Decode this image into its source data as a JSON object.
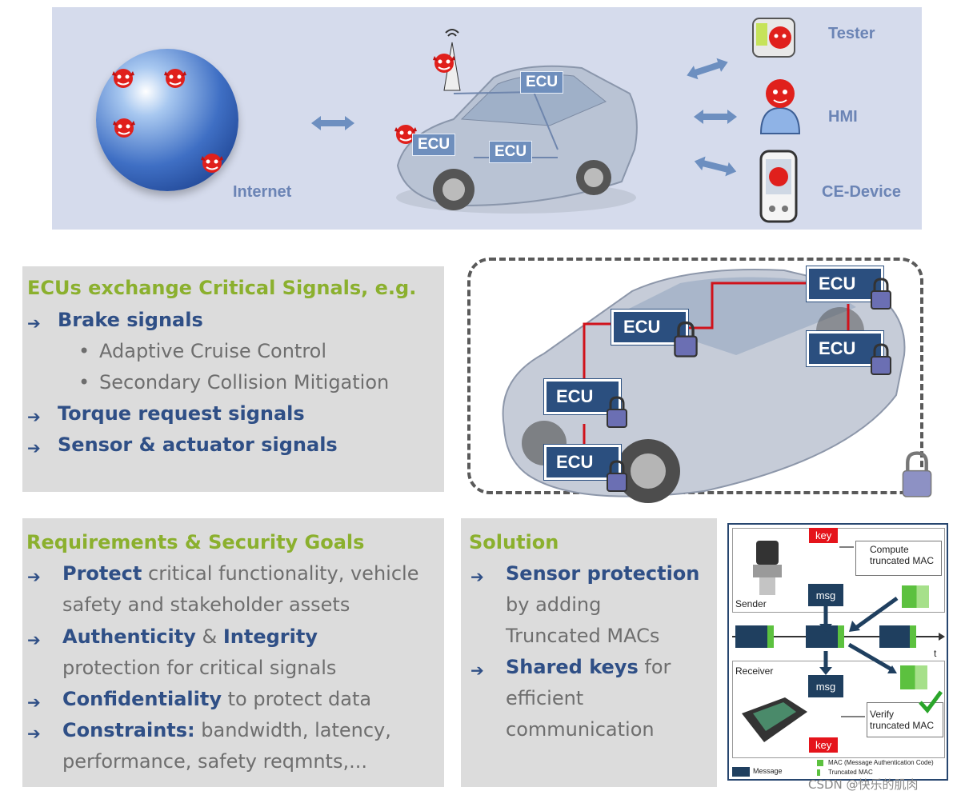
{
  "banner": {
    "internet_label": "Internet",
    "ecu_labels": [
      "ECU",
      "ECU",
      "ECU"
    ],
    "tester_label": "Tester",
    "hmi_label": "HMI",
    "ce_device_label": "CE-Device"
  },
  "signals_panel": {
    "title": "ECUs exchange Critical Signals, e.g.",
    "items": [
      {
        "text": "Brake signals",
        "sub": [
          "Adaptive Cruise Control",
          "Secondary Collision Mitigation"
        ]
      },
      {
        "text": "Torque request signals",
        "sub": []
      },
      {
        "text": "Sensor & actuator signals",
        "sub": []
      }
    ]
  },
  "secure_car": {
    "ecu_labels": [
      "ECU",
      "ECU",
      "ECU",
      "ECU",
      "ECU"
    ]
  },
  "requirements_panel": {
    "title": "Requirements & Security Goals",
    "protect_bold": "Protect",
    "protect_rest": "critical functionality, vehicle",
    "protect_line2": "safety and stakeholder assets",
    "auth_bold": "Authenticity",
    "auth_amp": "&",
    "integrity_bold": "Integrity",
    "auth_line2": "protection for critical signals",
    "conf_bold": "Confidentiality",
    "conf_rest": "to protect data",
    "constraints_bold": "Constraints:",
    "constraints_rest": "bandwidth, latency,",
    "constraints_line2": "performance, safety reqmnts,..."
  },
  "solution_panel": {
    "title": "Solution",
    "sensor_bold": "Sensor protection",
    "sensor_line2": "by adding",
    "sensor_line3": "Truncated MACs",
    "shared_bold": "Shared keys",
    "shared_rest": "for",
    "shared_line2": "efficient",
    "shared_line3": "communication"
  },
  "mac_diagram": {
    "key_top": "key",
    "key_bottom": "key",
    "compute_line1": "Compute",
    "compute_line2": "truncated MAC",
    "sender": "Sender",
    "receiver": "Receiver",
    "msg_top": "msg",
    "msg_bottom": "msg",
    "t_label": "t",
    "verify_line1": "Verify",
    "verify_line2": "truncated MAC",
    "legend_message": "Message",
    "legend_mac": "MAC (Message Authentication Code)",
    "legend_trunc": "Truncated MAC"
  },
  "watermark": "CSDN @快乐的肌肉",
  "colors": {
    "green_title": "#8bb02e",
    "navy": "#2f4f86",
    "ecu_box": "#2b4f7f",
    "key_red": "#e5141b",
    "mac_green": "#5cc13f"
  }
}
